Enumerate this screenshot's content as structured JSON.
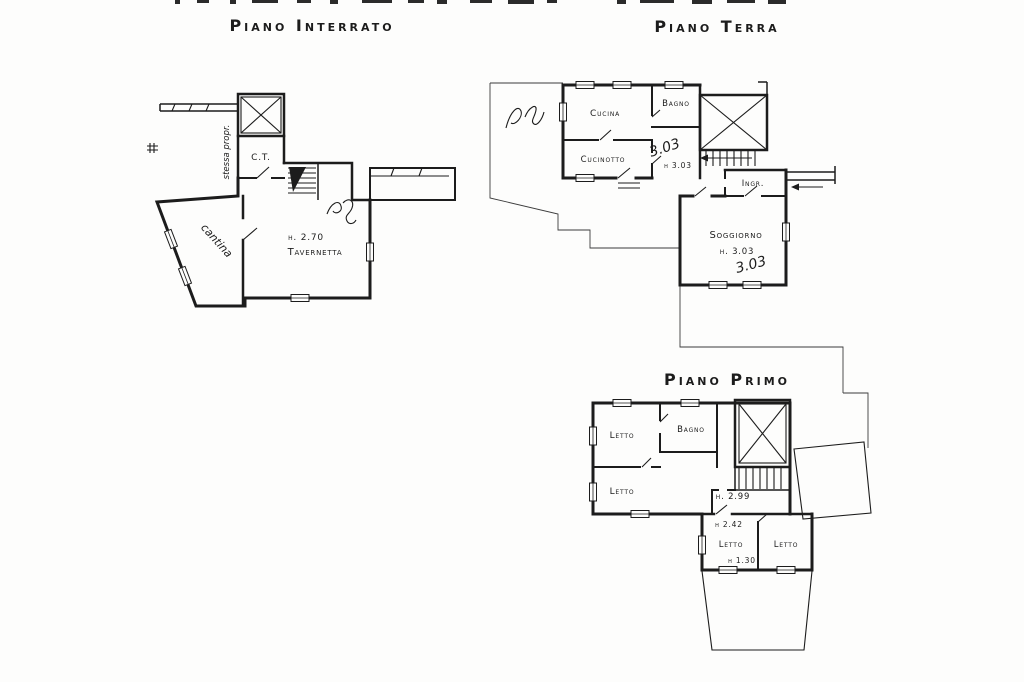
{
  "sheet": {
    "paper": "#fdfdfc",
    "ink": "#1c1c1c"
  },
  "plans": {
    "interrato": {
      "title": "Piano Interrato",
      "labels": {
        "ct": "C.T.",
        "stessa_propr": "stessa propr.",
        "cantina": "cantina",
        "height": "h. 2.70",
        "tavernetta": "Tavernetta"
      }
    },
    "terra": {
      "title": "Piano Terra",
      "labels": {
        "cucina": "Cucina",
        "bagno": "Bagno",
        "cucinotto": "Cucinotto",
        "height_stair": "h 3.03",
        "scrawl_stair": "3.03",
        "ingresso": "Ingr.",
        "soggiorno": "Soggiorno",
        "height_soggiorno": "h. 3.03",
        "scrawl_soggiorno": "3.03"
      }
    },
    "primo": {
      "title": "Piano Primo",
      "labels": {
        "letto_nw": "Letto",
        "bagno": "Bagno",
        "letto_w": "Letto",
        "height_hall": "h. 2.99",
        "height_mid": "h 2.42",
        "letto_s": "Letto",
        "height_low": "h 1.30",
        "letto_se": "Letto"
      }
    }
  }
}
